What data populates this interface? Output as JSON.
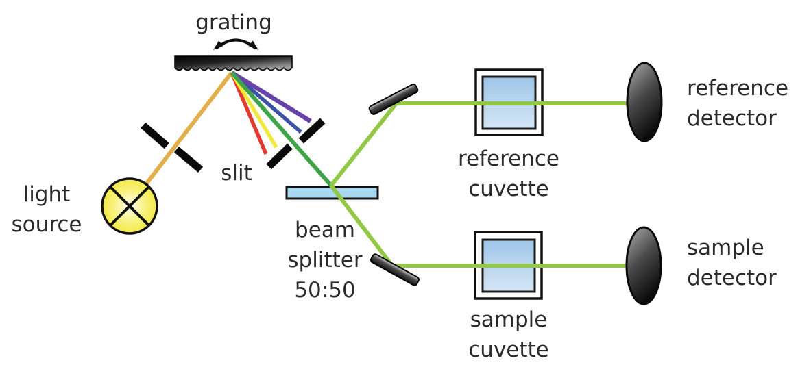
{
  "labels": {
    "grating": "grating",
    "slit": "slit",
    "light_source": "light\nsource",
    "beam_splitter": "beam\nsplitter\n50:50",
    "reference_cuvette": "reference\ncuvette",
    "reference_detector": "reference\ndetector",
    "sample_cuvette": "sample\ncuvette",
    "sample_detector": "sample\ndetector"
  },
  "colors": {
    "source_beam": "#E2AF4B",
    "ray_red": "#E23A2E",
    "ray_yellow": "#EFE93B",
    "ray_green": "#3FA348",
    "ray_blue": "#3C51A8",
    "ray_purple": "#6742A8",
    "split_beam": "#92C845",
    "splitter_glass": "#A9D8F2",
    "source_fill": "#F1E83A",
    "text": "#2B2B2B"
  }
}
